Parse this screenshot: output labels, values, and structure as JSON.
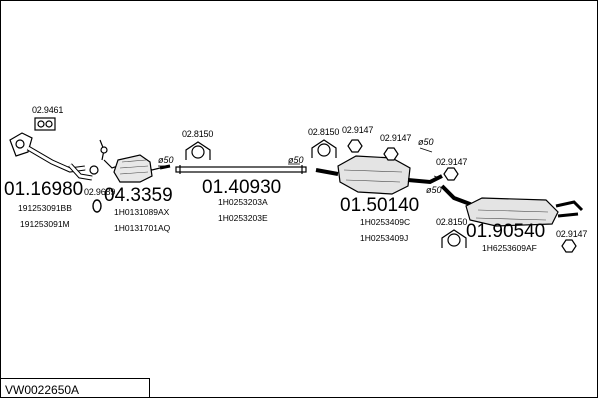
{
  "reference": "VW0022650A",
  "parts": {
    "p1": {
      "number": "01.16980",
      "oem": [
        "191253091BB",
        "191253091M"
      ]
    },
    "p2": {
      "number": "04.3359",
      "oem": [
        "1H0131089AX",
        "1H0131701AQ"
      ]
    },
    "p3": {
      "number": "01.40930",
      "oem": [
        "1H0253203A",
        "1H0253203E"
      ]
    },
    "p4": {
      "number": "01.50140",
      "oem": [
        "1H0253409C",
        "1H0253409J"
      ]
    },
    "p5": {
      "number": "01.90540",
      "oem": [
        "1H6253609AF"
      ]
    }
  },
  "accessories": {
    "gasket_9461": "02.9461",
    "ring_9689": "02.9689",
    "mount_8150_a": "02.8150",
    "mount_8150_b": "02.8150",
    "mount_8150_c": "02.8150",
    "clamp_9147_a": "02.9147",
    "clamp_9147_b": "02.9147",
    "clamp_9147_c": "02.9147",
    "clamp_9147_d": "02.9147"
  },
  "diameters": {
    "d1": "ø50",
    "d2": "ø50",
    "d3": "ø50",
    "d4": "ø50"
  }
}
